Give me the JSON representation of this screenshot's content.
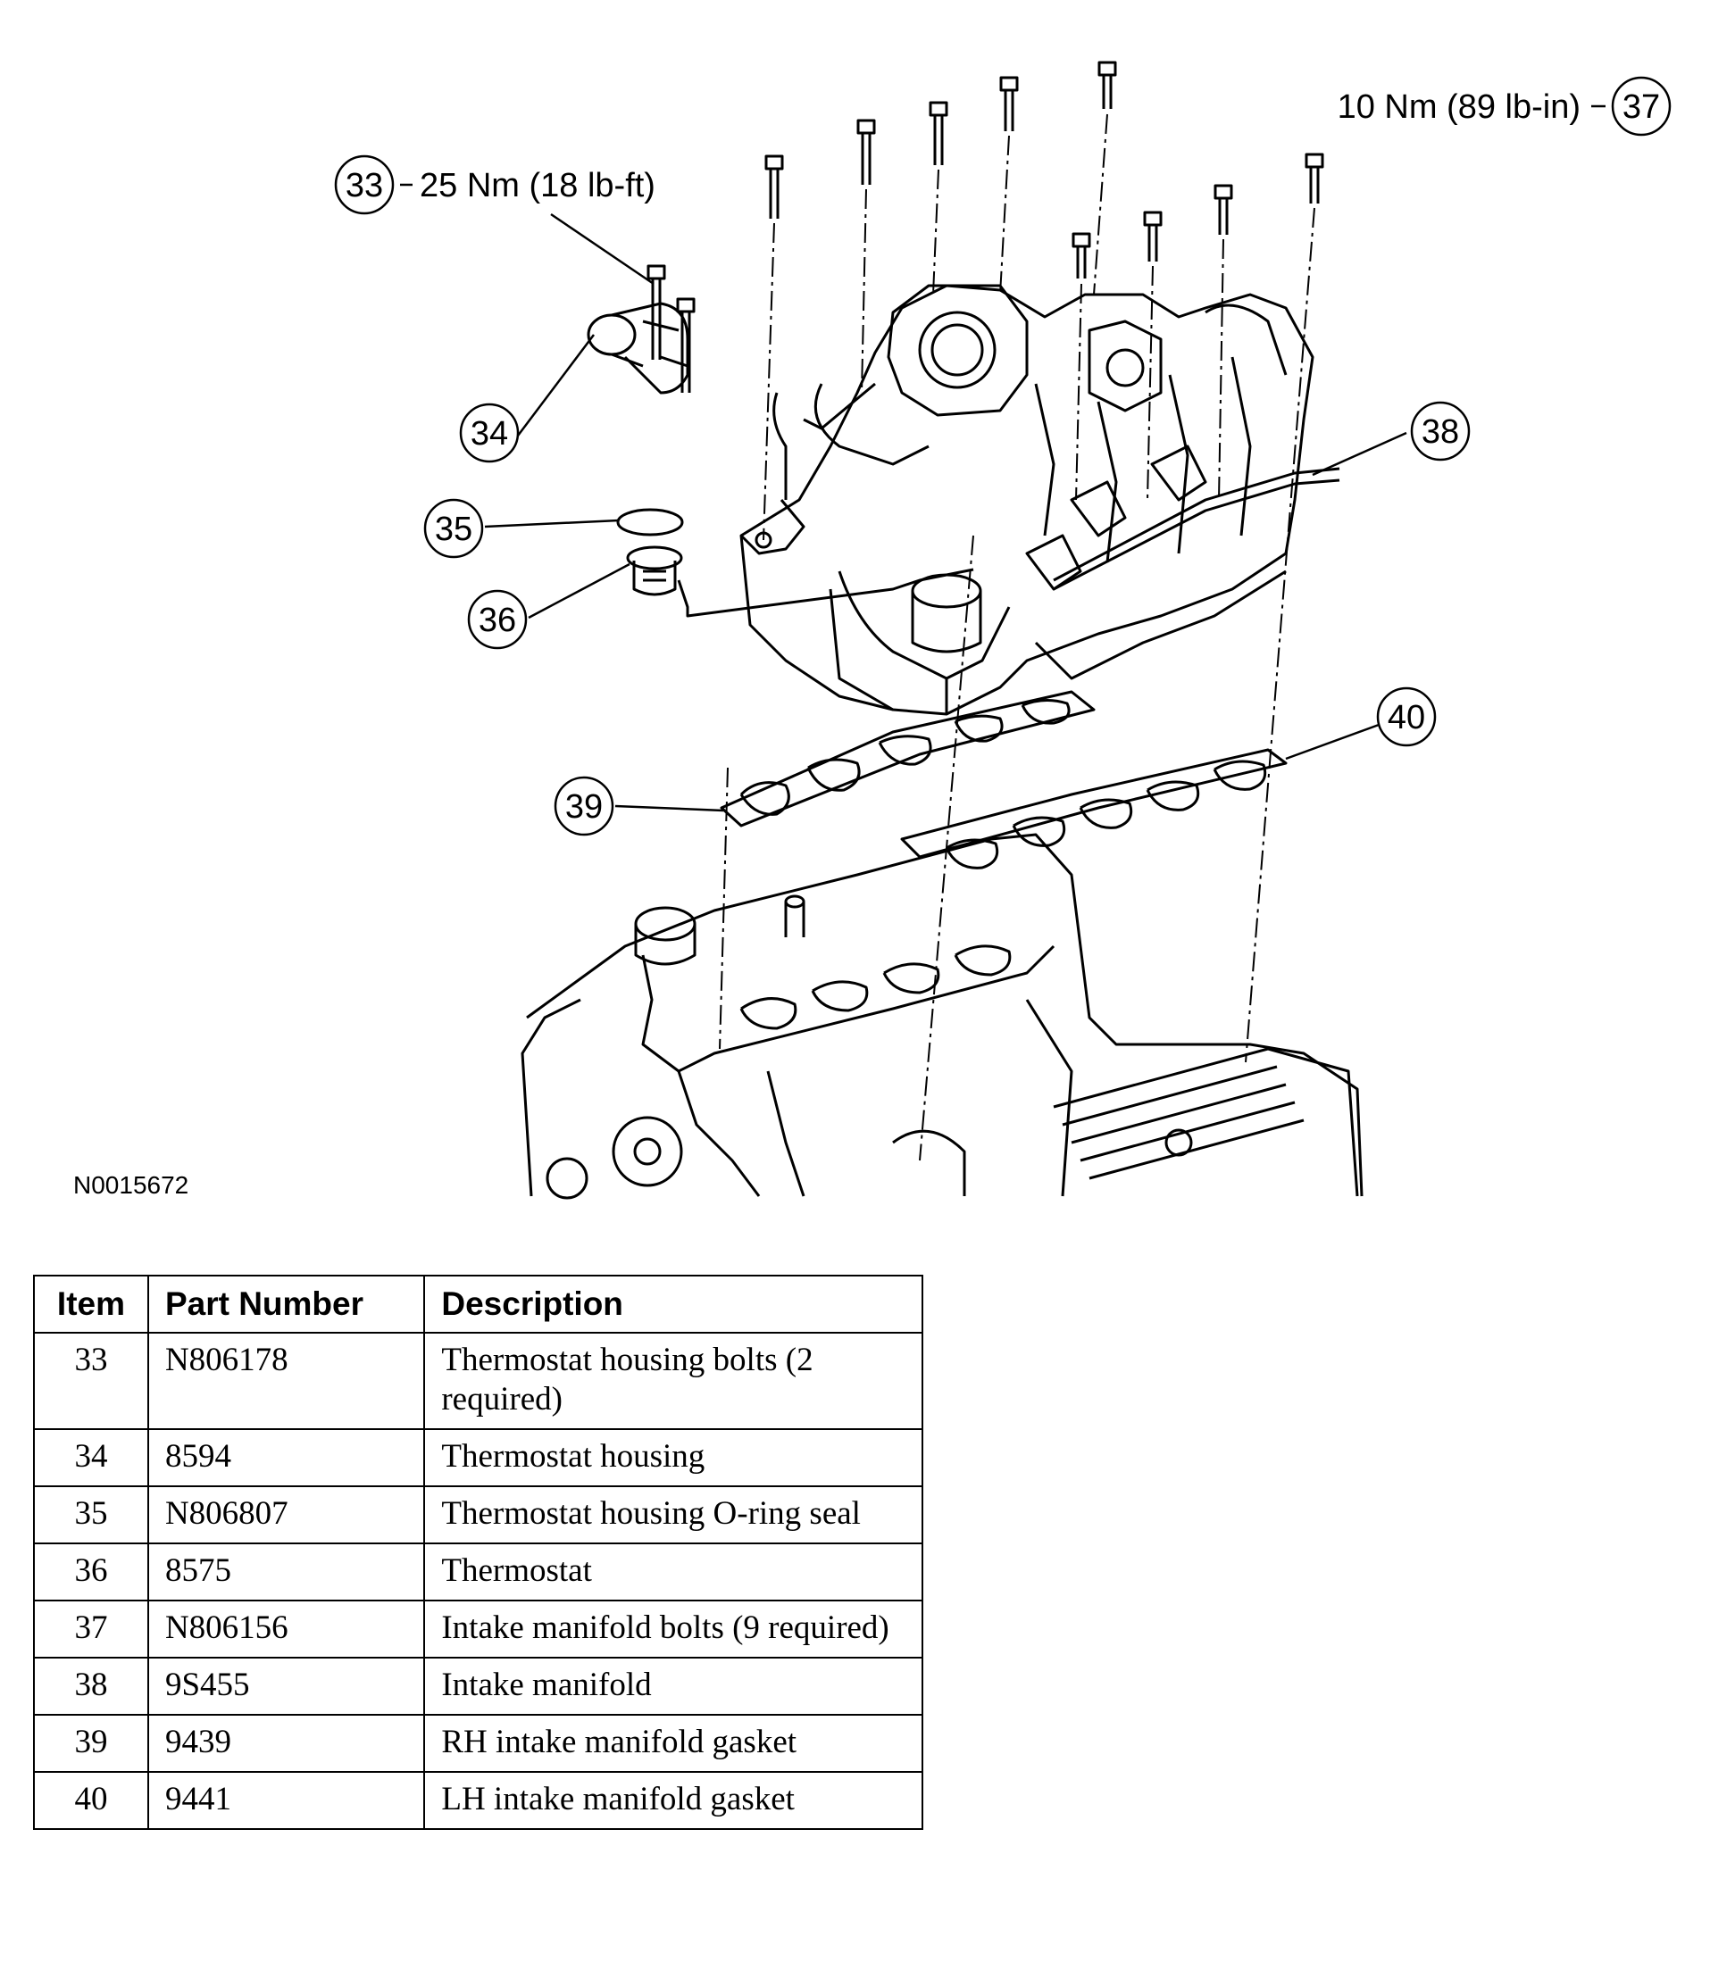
{
  "figure_id": "N0015672",
  "callouts": [
    {
      "num": "33",
      "spec": "25 Nm (18 lb-ft)"
    },
    {
      "num": "34",
      "spec": ""
    },
    {
      "num": "35",
      "spec": ""
    },
    {
      "num": "36",
      "spec": ""
    },
    {
      "num": "37",
      "spec": "10 Nm (89 lb-in)"
    },
    {
      "num": "38",
      "spec": ""
    },
    {
      "num": "39",
      "spec": ""
    },
    {
      "num": "40",
      "spec": ""
    }
  ],
  "table": {
    "headers": [
      "Item",
      "Part Number",
      "Description"
    ],
    "rows": [
      {
        "item": "33",
        "part": "N806178",
        "desc": "Thermostat housing bolts (2 required)"
      },
      {
        "item": "34",
        "part": "8594",
        "desc": "Thermostat housing"
      },
      {
        "item": "35",
        "part": "N806807",
        "desc": "Thermostat housing O-ring seal"
      },
      {
        "item": "36",
        "part": "8575",
        "desc": "Thermostat"
      },
      {
        "item": "37",
        "part": "N806156",
        "desc": "Intake manifold bolts (9 required)"
      },
      {
        "item": "38",
        "part": "9S455",
        "desc": "Intake manifold"
      },
      {
        "item": "39",
        "part": "9439",
        "desc": "RH intake manifold gasket"
      },
      {
        "item": "40",
        "part": "9441",
        "desc": "LH intake manifold gasket"
      }
    ]
  }
}
